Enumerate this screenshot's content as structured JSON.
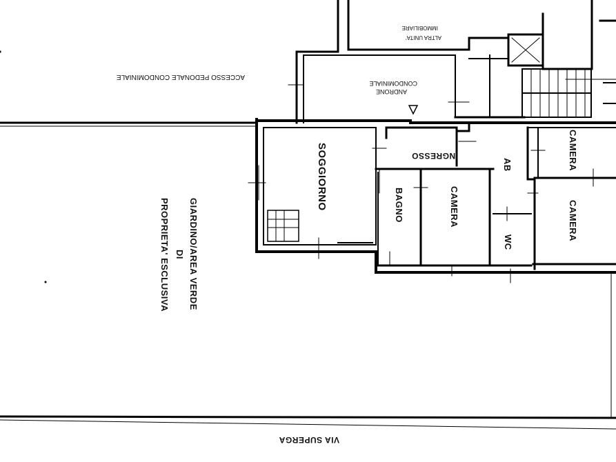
{
  "rooms": {
    "soggiorno": "SOGGIORNO",
    "ingresso": "INGRESSO",
    "bagno": "BAGNO",
    "camera_1": "CAMERA",
    "camera_2": "CAMERA",
    "camera_3": "CAMERA",
    "ab": "AB",
    "wc": "WC"
  },
  "areas": {
    "androne_1": "ANDRONE",
    "androne_2": "CONDOMINIALE",
    "accesso": "ACCESSO PEDONALE CONDOMINIALE",
    "altra_unita_1": "ALTRA UNITA'",
    "altra_unita_2": "IMMOBILIARE",
    "giardino_1": "GIARDINO/AREA VERDE",
    "giardino_2": "DI",
    "giardino_3": "PROPRIETA' ESCLUSIVA",
    "strada": "VIA SUPERGA"
  }
}
